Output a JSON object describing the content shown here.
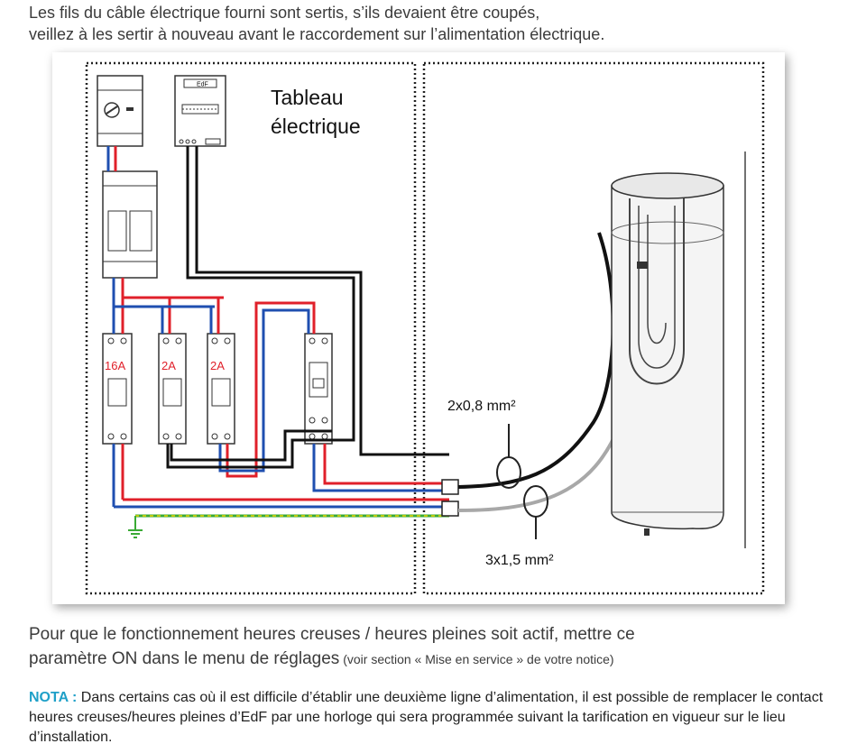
{
  "intro": {
    "line1": "Les fils du câble électrique fourni sont sertis, s’ils devaient être coupés,",
    "line2": "veillez à les sertir à nouveau avant le raccordement sur l’alimentation électrique."
  },
  "diagram": {
    "title_line1": "Tableau",
    "title_line2": "électrique",
    "edf_label": "EdF",
    "breakers": [
      "16A",
      "2A",
      "2A"
    ],
    "cable_top": "2x0,8 mm²",
    "cable_bottom": "3x1,5 mm²",
    "colors": {
      "live": "#e0202a",
      "neutral": "#1f4fb0",
      "signal": "#111111",
      "earth": "#3aaa35",
      "earth2": "#e8d400",
      "cable_grey": "#a8a8a8"
    }
  },
  "paragraph": {
    "line1": "Pour que le fonctionnement heures creuses / heures pleines soit actif, mettre ce",
    "line2_main": "paramètre ON dans le menu de réglages",
    "line2_small": " (voir section « Mise en service » de votre notice)"
  },
  "nota": {
    "label": "NOTA :",
    "text": " Dans certains cas où il est difficile d’établir une deuxième ligne d’alimentation, il est possible de remplacer le contact heures creuses/heures pleines d’EdF par une horloge qui sera programmée suivant la tarification en vigueur sur le lieu d’installation."
  }
}
